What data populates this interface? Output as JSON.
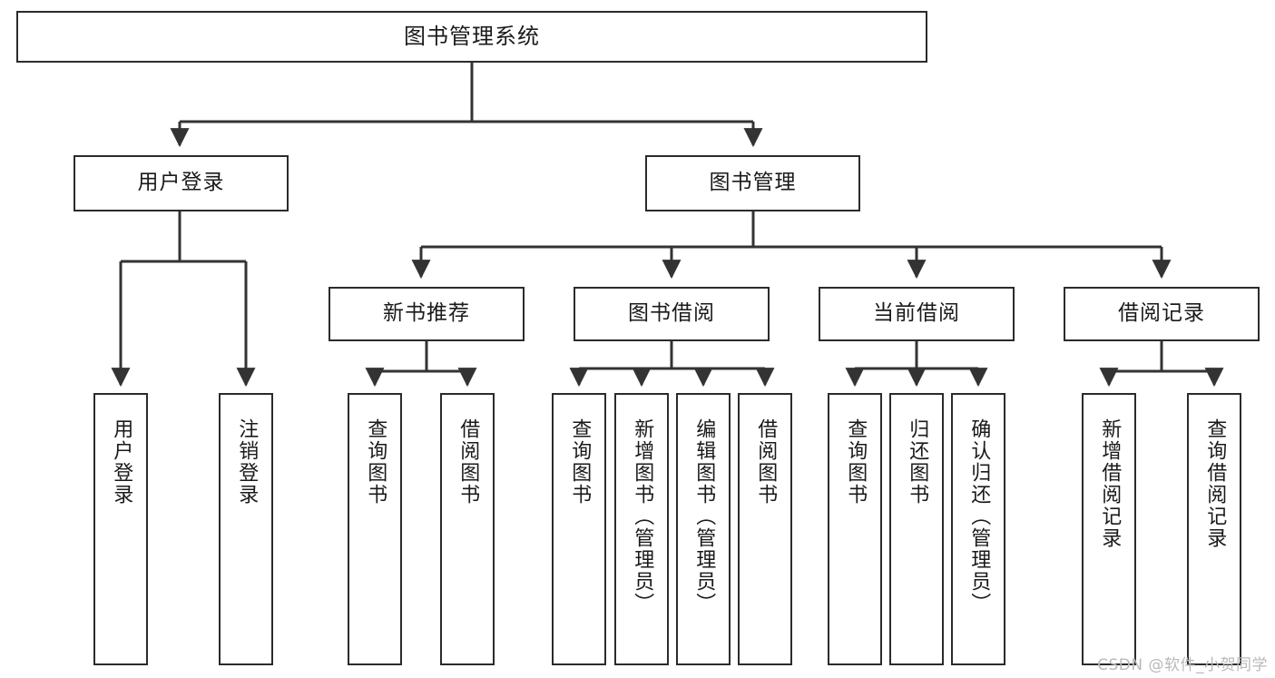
{
  "diagram": {
    "title": "图书管理系统",
    "type": "hierarchy-tree",
    "watermark": "CSDN @软件_小贺同学",
    "colors": {
      "box_border": "#2b2b2b",
      "box_fill": "#ffffff",
      "connector": "#333333",
      "text": "#1a1a1a",
      "watermark": "#b9b9b9"
    },
    "root": {
      "label": "图书管理系统"
    },
    "level1": [
      {
        "label": "用户登录"
      },
      {
        "label": "图书管理"
      }
    ],
    "level2": [
      {
        "label": "新书推荐"
      },
      {
        "label": "图书借阅"
      },
      {
        "label": "当前借阅"
      },
      {
        "label": "借阅记录"
      }
    ],
    "leaves": {
      "user_login": [
        {
          "label": "用户登录"
        },
        {
          "label": "注销登录"
        }
      ],
      "new_book_recommend": [
        {
          "label": "查询图书"
        },
        {
          "label": "借阅图书"
        }
      ],
      "book_borrow": [
        {
          "label": "查询图书"
        },
        {
          "label": "新增图书（管理员）"
        },
        {
          "label": "编辑图书（管理员）"
        },
        {
          "label": "借阅图书"
        }
      ],
      "current_borrow": [
        {
          "label": "查询图书"
        },
        {
          "label": "归还图书"
        },
        {
          "label": "确认归还（管理员）"
        }
      ],
      "borrow_record": [
        {
          "label": "新增借阅记录"
        },
        {
          "label": "查询借阅记录"
        }
      ]
    }
  }
}
